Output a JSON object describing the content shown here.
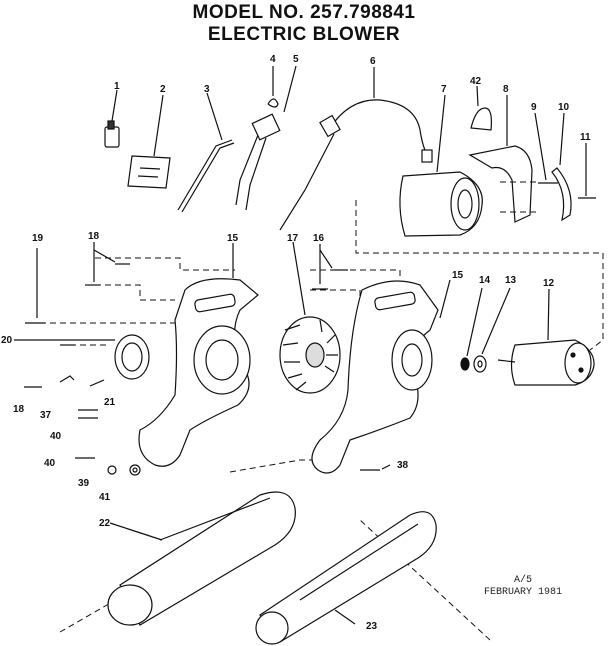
{
  "title": {
    "line1": "MODEL NO. 257.798841",
    "line2": "ELECTRIC BLOWER"
  },
  "stamp": {
    "code": "A/5",
    "date": "FEBRUARY 1981"
  },
  "part_numbers": {
    "p1": "1",
    "p2": "2",
    "p3": "3",
    "p4": "4",
    "p5": "5",
    "p6": "6",
    "p7": "7",
    "p8": "8",
    "p9": "9",
    "p10": "10",
    "p11": "11",
    "p12": "12",
    "p13": "13",
    "p14": "14",
    "p15a": "15",
    "p15b": "15",
    "p16": "16",
    "p17": "17",
    "p18a": "18",
    "p18b": "18",
    "p19": "19",
    "p20": "20",
    "p21": "21",
    "p22": "22",
    "p23": "23",
    "p37": "37",
    "p38": "38",
    "p39": "39",
    "p40a": "40",
    "p40b": "40",
    "p41": "41",
    "p42": "42"
  }
}
